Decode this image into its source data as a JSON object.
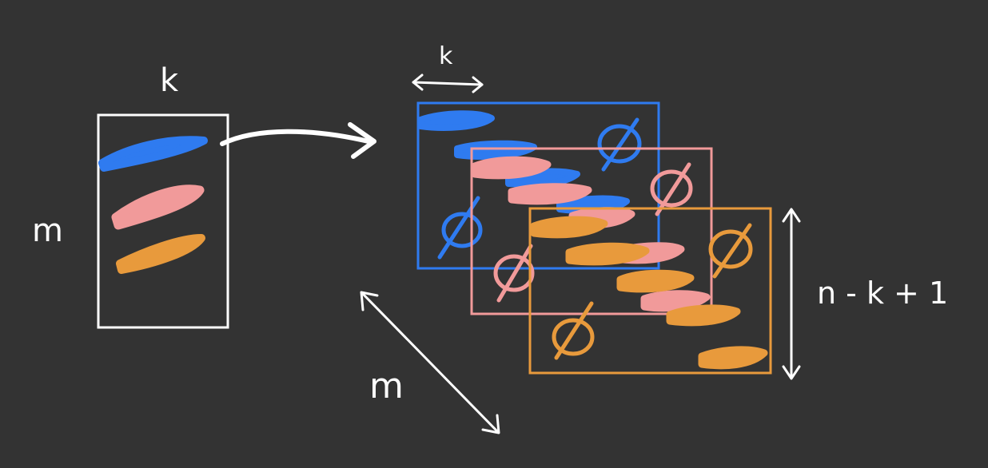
{
  "colors": {
    "background": "#333333",
    "ink": "#ffffff",
    "blue": "#2f7bf0",
    "pink": "#f19a9a",
    "orange": "#e89a3c"
  },
  "labels": {
    "kernel_width": "k",
    "kernel_height": "m",
    "output_width": "k",
    "output_height": "n - k + 1",
    "depth": "m"
  },
  "empty_symbol": "∅"
}
